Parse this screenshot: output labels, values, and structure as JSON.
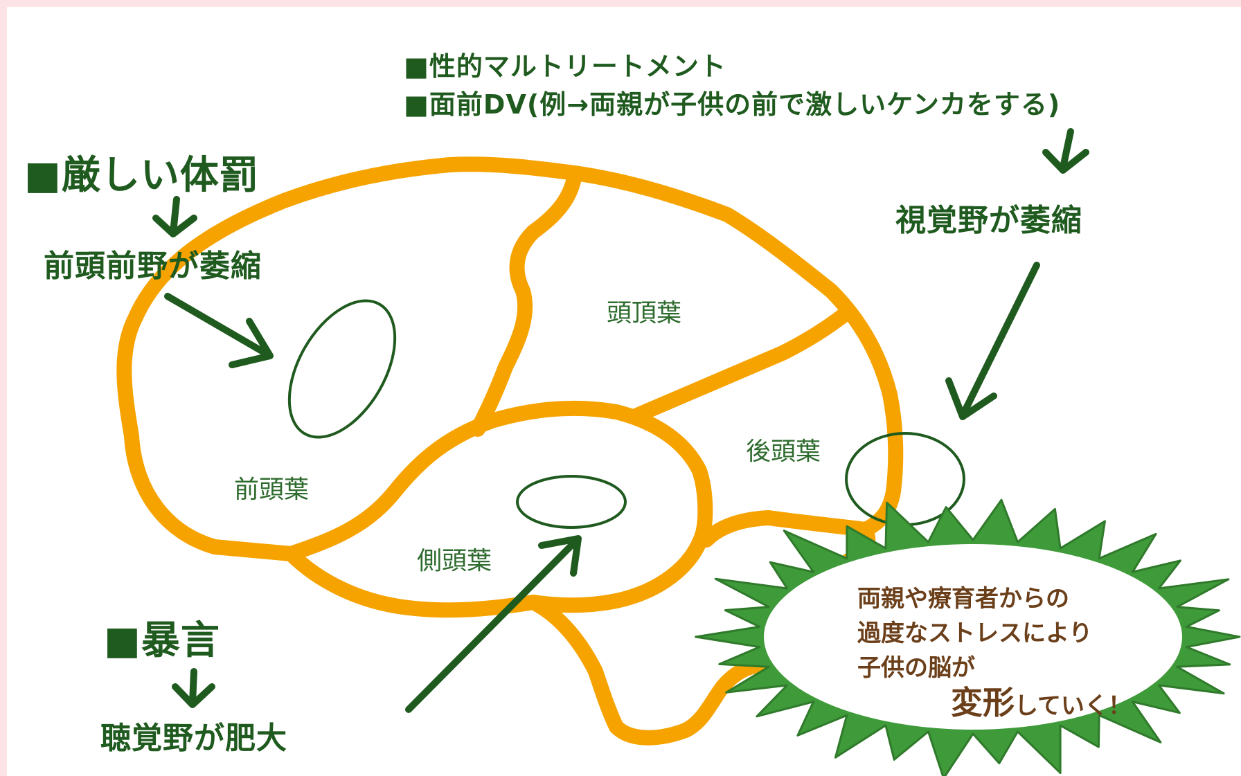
{
  "colors": {
    "border": "#fbe3e6",
    "brain": "#f6a300",
    "label_green": "#1f5a1f",
    "burst_fill": "#3f9a3a",
    "burst_text": "#6b3f1a"
  },
  "top_notes": [
    "■性的マルトリートメント",
    "■面前DV(例→両親が子供の前で激しいケンカをする)"
  ],
  "visual": {
    "result": "視覚野が萎縮"
  },
  "punishment": {
    "title": "■厳しい体罰",
    "result": "前頭前野が萎縮"
  },
  "verbal": {
    "title": "■暴言",
    "result": "聴覚野が肥大"
  },
  "lobes": {
    "parietal": "頭頂葉",
    "frontal": "前頭葉",
    "occipital": "後頭葉",
    "temporal": "側頭葉"
  },
  "burst": {
    "line1": "両親や療育者からの",
    "line2": "過度なストレスにより",
    "line3": "子供の脳が",
    "line4_big": "変形",
    "line4_rest": "していく！"
  },
  "icons": [
    "down-arrow-icon",
    "pointer-arrow-icon",
    "ellipse-highlight-icon",
    "burst-icon"
  ]
}
